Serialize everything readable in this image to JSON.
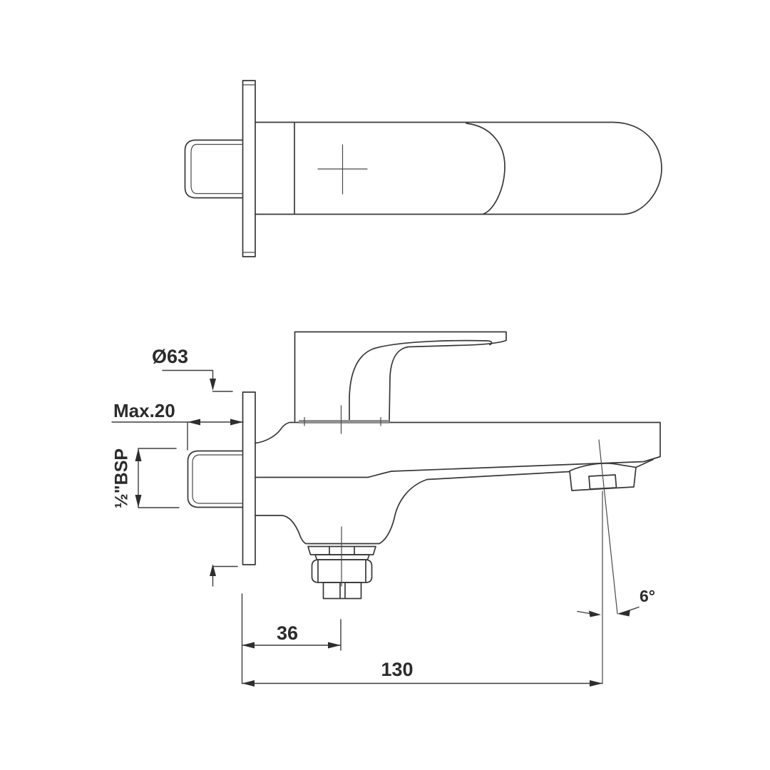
{
  "drawing": {
    "type": "technical-drawing-bath-spout",
    "background": "#ffffff",
    "line_color": "#383838",
    "seat_color": "#8f8f8f",
    "dimensions": {
      "flange_diameter": "Ø63",
      "wall_max": "Max.20",
      "thread": "½\"BSP",
      "spout_offset": "36",
      "spout_reach": "130",
      "outlet_angle": "6°"
    }
  }
}
